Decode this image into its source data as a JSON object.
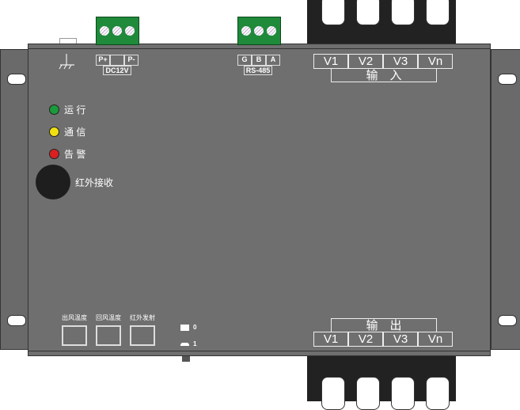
{
  "power": {
    "labels": [
      "P+",
      "",
      "P-"
    ],
    "name": "DC12V"
  },
  "rs485": {
    "labels": [
      "G",
      "B",
      "A"
    ],
    "name": "RS-485"
  },
  "input": {
    "channels": [
      "V1",
      "V2",
      "V3",
      "Vn"
    ],
    "title": "输　入"
  },
  "output": {
    "channels": [
      "V1",
      "V2",
      "V3",
      "Vn"
    ],
    "title": "输　出"
  },
  "leds": [
    {
      "label": "运 行",
      "color": "#1a9a3a"
    },
    {
      "label": "通 信",
      "color": "#f0e010"
    },
    {
      "label": "告 警",
      "color": "#d82020"
    }
  ],
  "ir_receiver": "红外接收",
  "ports": [
    "出风温度",
    "回风温度",
    "红外发射"
  ],
  "switch": {
    "pos0": "0",
    "pos1": "1"
  }
}
